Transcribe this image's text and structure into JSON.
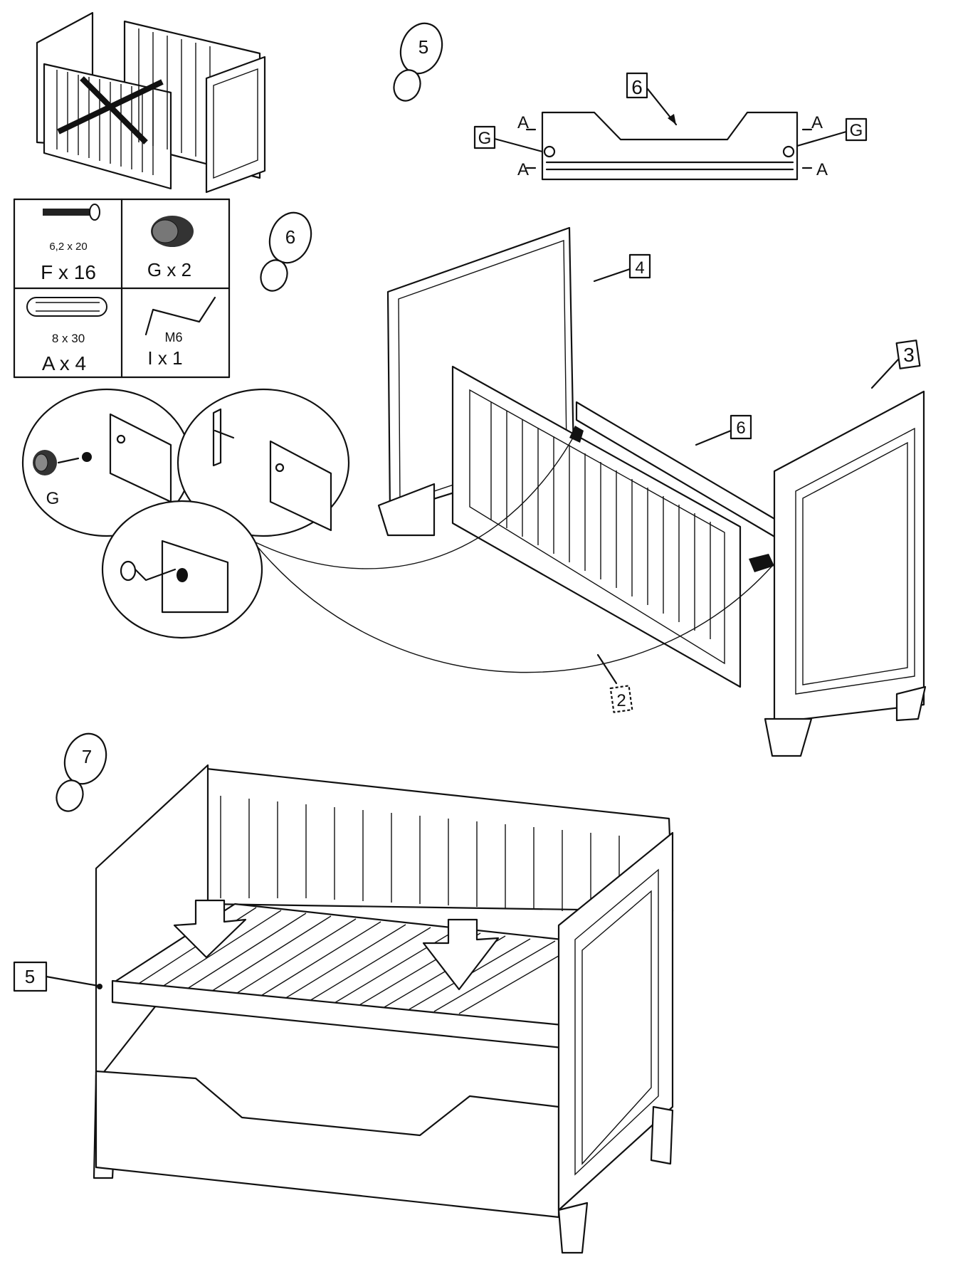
{
  "steps": {
    "step5": "5",
    "step6": "6",
    "step7": "7"
  },
  "parts": {
    "p6_top": "6",
    "p4": "4",
    "p3": "3",
    "p6_mid": "6",
    "p2": "2",
    "p5": "5"
  },
  "panel6_labels": {
    "A_tl": "A",
    "A_bl": "A",
    "A_tr": "A",
    "A_br": "A",
    "G_left": "G",
    "G_right": "G"
  },
  "hardware": [
    {
      "size": "6,2 x 20",
      "qty": "F x 16",
      "icon": "screw-icon"
    },
    {
      "size": "",
      "qty": "G x 2",
      "icon": "cam-nut-icon"
    },
    {
      "size": "8 x 30",
      "qty": "A x 4",
      "icon": "dowel-icon"
    },
    {
      "size": "M6",
      "qty": "I x 1",
      "icon": "allen-key-icon"
    }
  ],
  "detail": {
    "g_label": "G"
  }
}
